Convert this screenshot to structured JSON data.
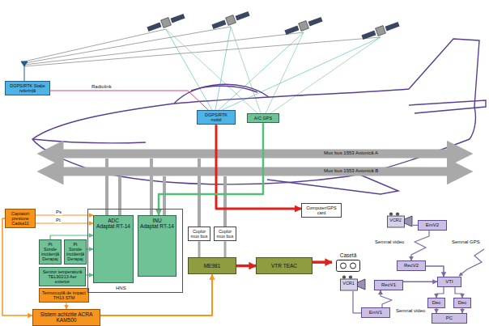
{
  "diagram": {
    "nodes": [
      {
        "text": [
          "DGPS/RTK Stație referință"
        ]
      },
      {
        "text": [
          "DGPS/RTK mobil"
        ]
      },
      {
        "text": [
          "A/C GPS"
        ]
      },
      {
        "text": [
          "Computer/GPS card"
        ]
      },
      {
        "text": [
          "Captatori presiune Cadsa11"
        ]
      },
      {
        "text": [
          "Pt Sonde incidență Derapaj"
        ]
      },
      {
        "text": [
          "Pt Sonde incidență Derapaj"
        ]
      },
      {
        "text": [
          "Senzor temperatură TEL90213 Aer exterior"
        ]
      },
      {
        "text": [
          "Termocuplă de impact TH13 STM"
        ]
      },
      {
        "text": [
          "Sistem achiziție ACRA KAM500"
        ]
      },
      {
        "text": [
          "HNS"
        ]
      },
      {
        "text": [
          "ADC",
          "Adaptat RT-14"
        ],
        "in": 10
      },
      {
        "text": [
          "INU",
          "Adaptat RT-14"
        ],
        "in": 10
      },
      {
        "text": [
          "Cuplor mux bus"
        ]
      },
      {
        "text": [
          "Cuplor mux bus"
        ]
      },
      {
        "text": [
          "ME981"
        ]
      },
      {
        "text": [
          "VTR TEAC"
        ]
      },
      {
        "text": [
          "Casetă"
        ]
      },
      {
        "text": [
          "VCR2"
        ]
      },
      {
        "text": [
          "EmV2"
        ]
      },
      {
        "text": [
          "RecV2"
        ]
      },
      {
        "text": [
          "VTI"
        ]
      },
      {
        "text": [
          "VCR1"
        ]
      },
      {
        "text": [
          "EmV1"
        ]
      },
      {
        "text": [
          "RecV1"
        ]
      },
      {
        "text": [
          "Dec"
        ]
      },
      {
        "text": [
          "Dec"
        ]
      },
      {
        "text": [
          "PC"
        ]
      }
    ],
    "edges": [
      {
        "from": 0,
        "to": 1,
        "arrow": "none",
        "label": "Radiolink"
      },
      {
        "from": 1,
        "to": 3,
        "arrow": "to"
      },
      {
        "from": 2,
        "to": 12,
        "arrow": "to"
      },
      {
        "from": 4,
        "to": 11,
        "arrow": "to",
        "label": "Ps"
      },
      {
        "from": 4,
        "to": 11,
        "arrow": "to",
        "label": "Pt"
      },
      {
        "from": 4,
        "to": 9,
        "arrow": "to"
      },
      {
        "from": 5,
        "to": 11,
        "arrow": "to"
      },
      {
        "from": 6,
        "to": 11,
        "arrow": "to"
      },
      {
        "from": 7,
        "to": 11,
        "arrow": "to"
      },
      {
        "from": 8,
        "to": 9,
        "arrow": "to"
      },
      {
        "from": 9,
        "to": 15,
        "arrow": "to"
      },
      {
        "from": 13,
        "to": 15,
        "arrow": "none"
      },
      {
        "from": 14,
        "to": 15,
        "arrow": "none"
      },
      {
        "from": 15,
        "to": 16,
        "arrow": "to"
      },
      {
        "from": 16,
        "to": 17,
        "arrow": "to"
      },
      {
        "from": 18,
        "to": 19,
        "arrow": "none"
      },
      {
        "from": 19,
        "to": 20,
        "arrow": "to",
        "label": "Semnal video"
      },
      {
        "from": 20,
        "to": 21,
        "arrow": "to"
      },
      {
        "from": 22,
        "to": 23,
        "arrow": "none"
      },
      {
        "from": 23,
        "to": 24,
        "arrow": "to",
        "label": "Semnal video"
      },
      {
        "from": 24,
        "to": 21,
        "arrow": "to"
      },
      {
        "from": 21,
        "to": 25,
        "arrow": "to"
      },
      {
        "from": 21,
        "to": 26,
        "arrow": "to"
      },
      {
        "from": 25,
        "to": 27,
        "arrow": "to"
      },
      {
        "from": 26,
        "to": 27,
        "arrow": "to"
      }
    ],
    "labels": [
      "Mux bus 1553 Avionică A",
      "Mux bus 1553 Avionică B",
      "Semnal GPS"
    ]
  }
}
